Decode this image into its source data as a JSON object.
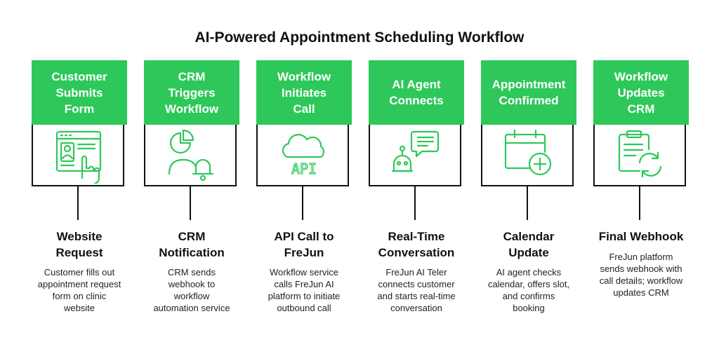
{
  "title": "AI-Powered Appointment Scheduling Workflow",
  "colors": {
    "accent": "#2ec85a",
    "line": "#111111"
  },
  "steps": [
    {
      "label": "Customer\nSubmits\nForm",
      "icon": "web-form-icon",
      "stage": "Website\nRequest",
      "desc": "Customer fills out\nappointment request\nform on clinic\nwebsite"
    },
    {
      "label": "CRM\nTriggers\nWorkflow",
      "icon": "user-chart-bell-icon",
      "stage": "CRM\nNotification",
      "desc": "CRM sends\nwebhook to\nworkflow\nautomation service"
    },
    {
      "label": "Workflow\nInitiates\nCall",
      "icon": "cloud-api-icon",
      "stage": "API Call to\nFreJun",
      "desc": "Workflow service\ncalls FreJun AI\nplatform to initiate\noutbound call",
      "icon_text": "API"
    },
    {
      "label": "AI Agent\nConnects",
      "icon": "robot-chat-icon",
      "stage": "Real-Time\nConversation",
      "desc": "FreJun AI Teler\nconnects customer\nand starts real-time\nconversation"
    },
    {
      "label": "Appointment\nConfirmed",
      "icon": "calendar-add-icon",
      "stage": "Calendar\nUpdate",
      "desc": "AI agent checks\ncalendar, offers slot,\nand confirms\nbooking"
    },
    {
      "label": "Workflow\nUpdates\nCRM",
      "icon": "clipboard-sync-icon",
      "stage": "Final Webhook",
      "desc": "FreJun platform\nsends webhook with\ncall details; workflow\nupdates CRM"
    }
  ]
}
